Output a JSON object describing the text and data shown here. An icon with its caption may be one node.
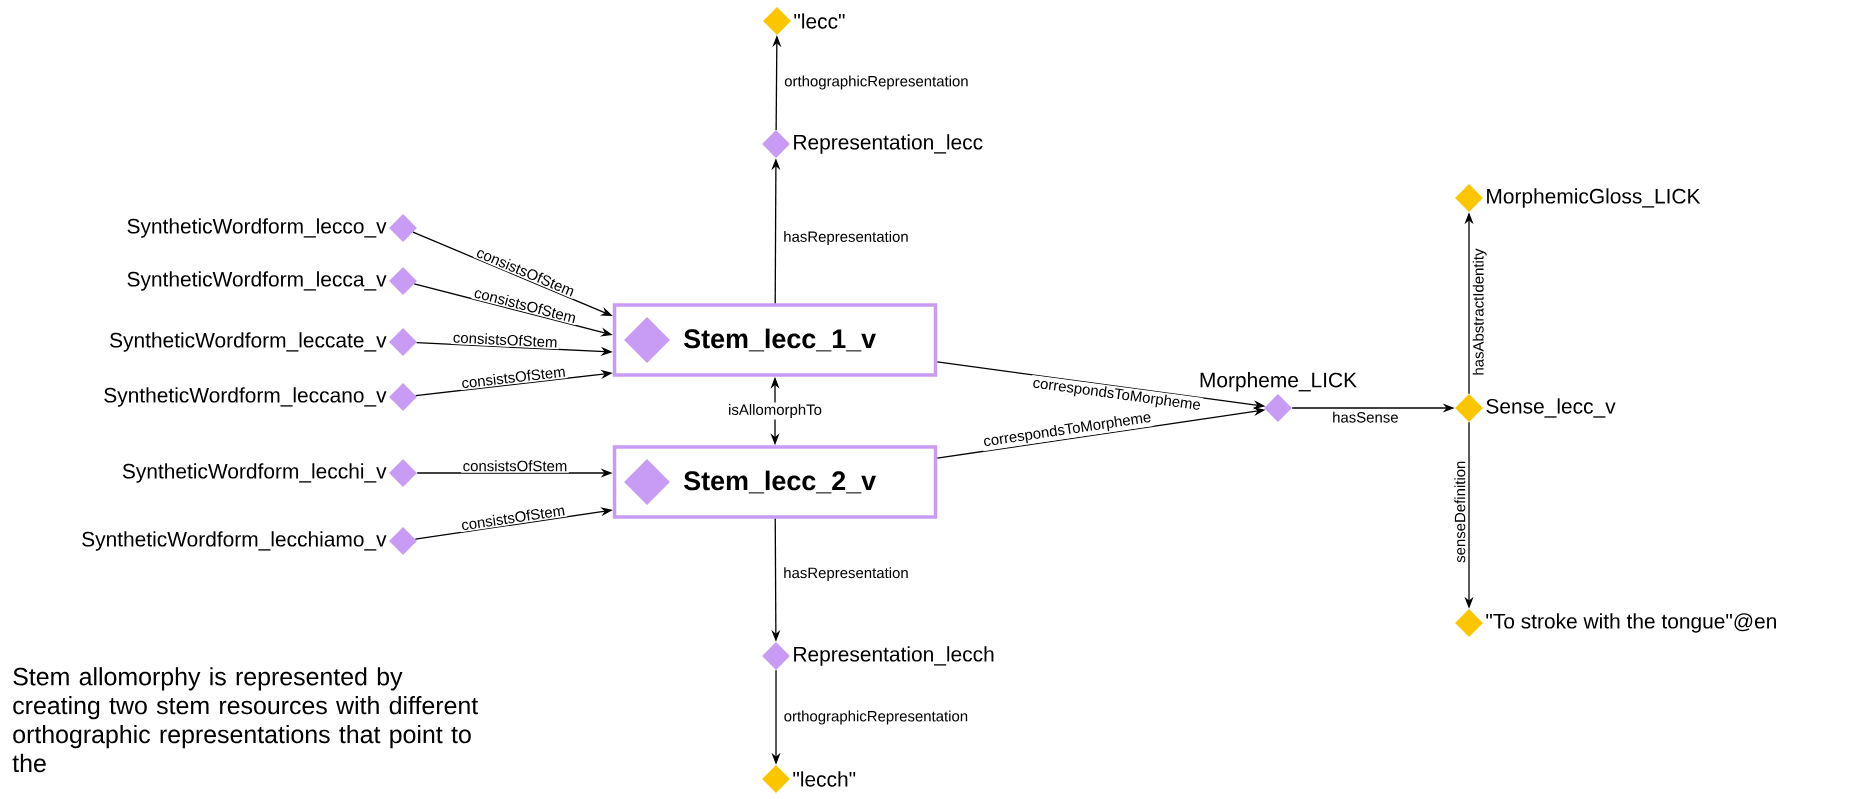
{
  "diagram": {
    "nodes": [
      {
        "text": [
          "\"lecc\""
        ]
      },
      {
        "text": [
          "Representation_lecc"
        ]
      },
      {
        "text": [
          "MorphemicGloss_LICK"
        ]
      },
      {
        "text": [
          "SyntheticWordform_lecco_v"
        ]
      },
      {
        "text": [
          "SyntheticWordform_lecca_v"
        ]
      },
      {
        "text": [
          "SyntheticWordform_leccate_v"
        ]
      },
      {
        "text": [
          "SyntheticWordform_leccano_v"
        ]
      },
      {
        "text": [
          "Stem_lecc_1_v"
        ]
      },
      {
        "text": [
          "Morpheme_LICK"
        ]
      },
      {
        "text": [
          "Sense_lecc_v"
        ]
      },
      {
        "text": [
          "SyntheticWordform_lecchi_v"
        ]
      },
      {
        "text": [
          "Stem_lecc_2_v"
        ]
      },
      {
        "text": [
          "SyntheticWordform_lecchiamo_v"
        ]
      },
      {
        "text": [
          "\"To stroke with the tongue\"@en"
        ]
      },
      {
        "text": [
          "Representation_lecch"
        ]
      },
      {
        "text": [
          "\"lecch\""
        ]
      }
    ],
    "edges": [
      {
        "from": 1,
        "to": 0,
        "arrow": "to",
        "label": "orthographicRepresentation"
      },
      {
        "from": 7,
        "to": 1,
        "arrow": "to",
        "label": "hasRepresentation"
      },
      {
        "from": 3,
        "to": 7,
        "arrow": "to",
        "label": "consistsOfStem"
      },
      {
        "from": 4,
        "to": 7,
        "arrow": "to",
        "label": "consistsOfStem"
      },
      {
        "from": 5,
        "to": 7,
        "arrow": "to",
        "label": "consistsOfStem"
      },
      {
        "from": 6,
        "to": 7,
        "arrow": "to",
        "label": "consistsOfStem"
      },
      {
        "from": 7,
        "to": 11,
        "arrow": "both",
        "label": "isAllomorphTo"
      },
      {
        "from": 7,
        "to": 8,
        "arrow": "to",
        "label": "correspondsToMorpheme"
      },
      {
        "from": 11,
        "to": 8,
        "arrow": "to",
        "label": "correspondsToMorpheme"
      },
      {
        "from": 8,
        "to": 9,
        "arrow": "to",
        "label": "hasSense"
      },
      {
        "from": 9,
        "to": 2,
        "arrow": "to",
        "label": "hasAbstractIdentity"
      },
      {
        "from": 9,
        "to": 13,
        "arrow": "to",
        "label": "senseDefinition"
      },
      {
        "from": 10,
        "to": 11,
        "arrow": "to",
        "label": "consistsOfStem"
      },
      {
        "from": 12,
        "to": 11,
        "arrow": "to",
        "label": "consistsOfStem"
      },
      {
        "from": 11,
        "to": 14,
        "arrow": "to",
        "label": "hasRepresentation"
      },
      {
        "from": 14,
        "to": 15,
        "arrow": "to",
        "label": "orthographicRepresentation"
      }
    ],
    "labels": [
      "Stem allomorphy is represented by creating two stem resources with different orthographic representations that point to the"
    ]
  }
}
